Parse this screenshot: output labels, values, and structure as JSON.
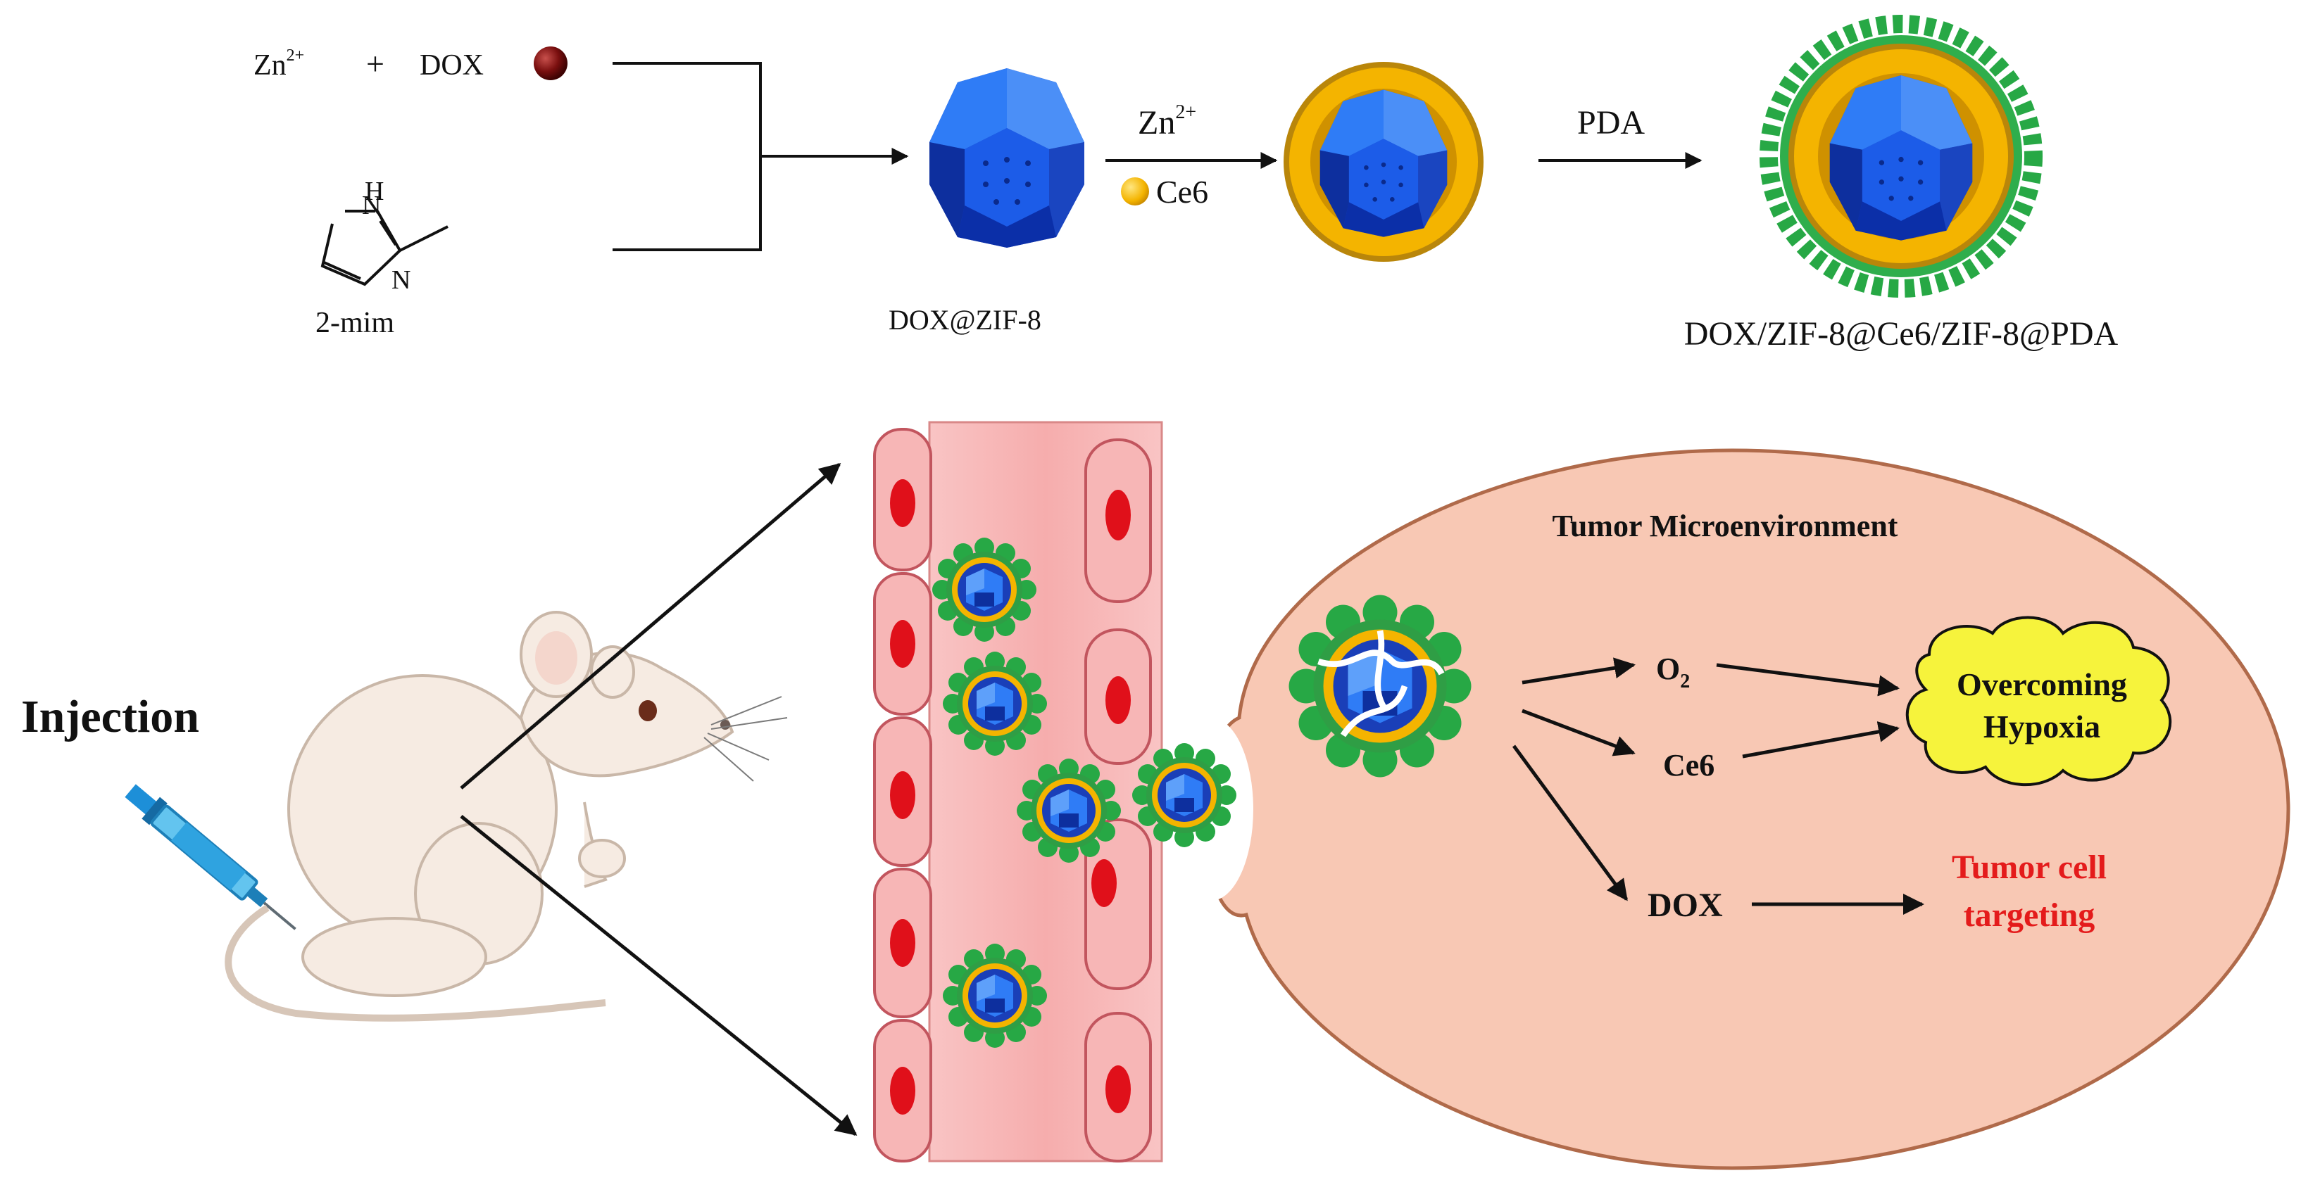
{
  "labels": {
    "zn_sup": "2+",
    "zn_base": "Zn",
    "plus": "+",
    "dox_top": "DOX",
    "imid_h": "H",
    "imid_n1": "N",
    "imid_n2": "N",
    "mim": "2-mim",
    "dox_zif": "DOX@ZIF-8",
    "zn_arrow": "Zn",
    "zn_arrow_sup": "2+",
    "ce6_arrow": "Ce6",
    "pda": "PDA",
    "final_np": "DOX/ZIF-8@Ce6/ZIF-8@PDA",
    "injection": "Injection",
    "tme": "Tumor Microenvironment",
    "o2": "O",
    "o2_sub": "2",
    "ce6": "Ce6",
    "overcoming": "Overcoming",
    "hypoxia": "Hypoxia",
    "dox": "DOX",
    "tumor_cell": "Tumor cell",
    "targeting": "targeting"
  },
  "colors": {
    "zif_blue": "#1f5fe0",
    "zif_dark": "#0b2fa8",
    "ce6_gold": "#f4b400",
    "pda_green": "#27a845",
    "tumor_fill": "#f8c8b4",
    "vessel_fill": "#f7b6b6",
    "rbc_red": "#e0101a",
    "cloud_yellow": "#f6f33c",
    "target_red": "#e41b1b",
    "mouse_fill": "#f6ebe2"
  }
}
